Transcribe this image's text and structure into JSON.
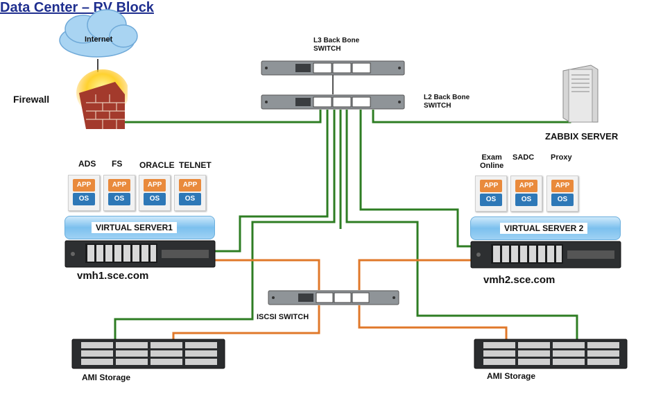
{
  "title": "Data Center – RV Block",
  "nodes": {
    "internet": "Internet",
    "firewall": "Firewall",
    "l3_switch": [
      "L3 Back Bone",
      "SWITCH"
    ],
    "l2_switch": [
      "L2 Back Bone",
      "SWITCH"
    ],
    "zabbix": "ZABBIX SERVER",
    "iscsi": "ISCSI SWITCH",
    "storage_left": "AMI Storage",
    "storage_right": "AMI Storage"
  },
  "server1": {
    "bar_label": "VIRTUAL SERVER1",
    "host": "vmh1.sce.com",
    "vms": [
      "ADS",
      "FS",
      "ORACLE",
      "TELNET"
    ]
  },
  "server2": {
    "bar_label": "VIRTUAL SERVER 2",
    "host": "vmh2.sce.com",
    "vms": [
      "Exam\nOnline",
      "SADC",
      "Proxy"
    ]
  },
  "vm_tag": {
    "app": "APP",
    "os": "OS"
  },
  "colors": {
    "network_link": "#2e7d23",
    "storage_link": "#e0782a",
    "title": "#1f2f8f",
    "cloud": "#a9d4f2"
  }
}
